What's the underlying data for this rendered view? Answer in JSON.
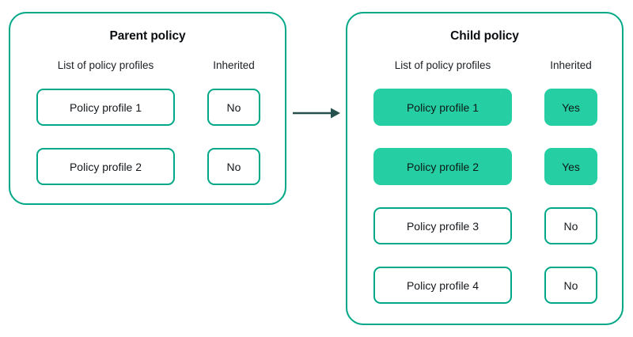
{
  "diagram": {
    "title_hidden": "",
    "colors": {
      "panel_border": "#00a887",
      "box_border": "#00a887",
      "box_fill_inherited": "#26cfa3",
      "arrow": "#26504b",
      "text": "#14181c",
      "background": "#ffffff"
    },
    "arrow": {
      "icon": "arrow-right-icon",
      "from": "Parent policy",
      "to": "Child policy"
    },
    "panels": [
      {
        "id": "parent",
        "title": "Parent policy",
        "columns": {
          "profiles": "List of policy profiles",
          "inherited": "Inherited"
        },
        "rows": [
          {
            "profile": "Policy profile 1",
            "inherited": "No",
            "highlighted": false
          },
          {
            "profile": "Policy profile 2",
            "inherited": "No",
            "highlighted": false
          }
        ]
      },
      {
        "id": "child",
        "title": "Child policy",
        "columns": {
          "profiles": "List of policy profiles",
          "inherited": "Inherited"
        },
        "rows": [
          {
            "profile": "Policy profile 1",
            "inherited": "Yes",
            "highlighted": true
          },
          {
            "profile": "Policy profile 2",
            "inherited": "Yes",
            "highlighted": true
          },
          {
            "profile": "Policy profile 3",
            "inherited": "No",
            "highlighted": false
          },
          {
            "profile": "Policy profile 4",
            "inherited": "No",
            "highlighted": false
          }
        ]
      }
    ]
  }
}
